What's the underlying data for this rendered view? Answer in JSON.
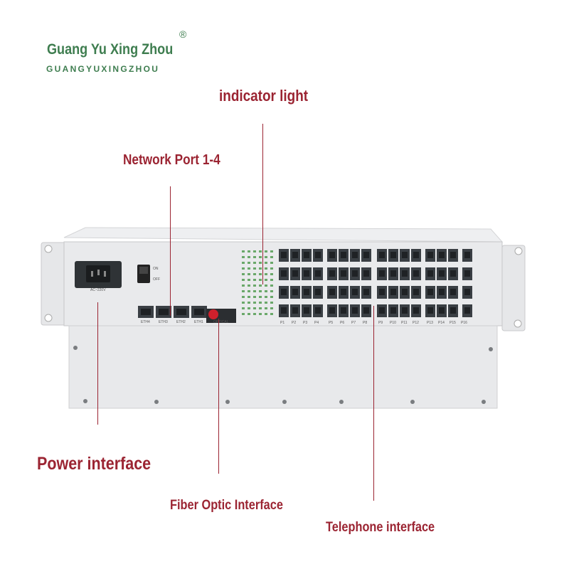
{
  "brand": {
    "name": "Guang Yu Xing Zhou",
    "registered_mark": "®",
    "subname": "GUANGYUXINGZHOU"
  },
  "callouts": {
    "indicator": "indicator light",
    "network": "Network Port 1-4",
    "power": "Power interface",
    "fiber": "Fiber Optic Interface",
    "telephone": "Telephone interface"
  },
  "device": {
    "power_label": "AC~220V",
    "switch_on": "ON",
    "switch_off": "OFF",
    "eth_ports": [
      "ETH4",
      "ETH3",
      "ETH2",
      "ETH1"
    ],
    "optical_label": "OPTICAL",
    "port_labels": [
      "P1",
      "P2",
      "P3",
      "P4",
      "P5",
      "P6",
      "P7",
      "P8",
      "P9",
      "P10",
      "P11",
      "P12",
      "P13",
      "P14",
      "P15",
      "P16"
    ]
  },
  "colors": {
    "callout": "#9b2432",
    "brand": "#3e7d4f",
    "chassis": "#e9eaec",
    "port": "#3a3f44",
    "led": "#6aa86a",
    "fiber_cap": "#d0202c"
  }
}
